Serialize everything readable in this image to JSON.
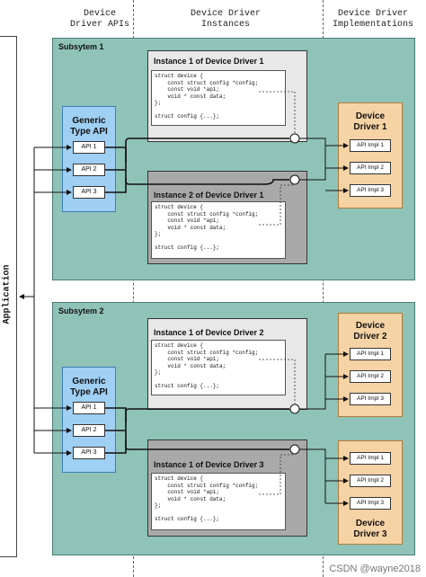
{
  "columns": {
    "apis": "Device\nDriver APIs",
    "instances": "Device Driver\nInstances",
    "implementations": "Device Driver\nImplementations"
  },
  "application_label": "Application",
  "subsystems": [
    {
      "title": "Subsytem 1",
      "generic_api": {
        "title": "Generic\nType API",
        "apis": [
          "API 1",
          "API 2",
          "API 3"
        ]
      },
      "instances": [
        {
          "title": "Instance 1 of Device Driver 1",
          "style": "light"
        },
        {
          "title": "Instance 2 of Device Driver 1",
          "style": "dark"
        }
      ],
      "drivers": [
        {
          "title": "Device\nDriver 1",
          "impls": [
            "API Impl 1",
            "API Impl 2",
            "API Impl 3"
          ]
        }
      ]
    },
    {
      "title": "Subsytem 2",
      "generic_api": {
        "title": "Generic\nType API",
        "apis": [
          "API 1",
          "API 2",
          "API 3"
        ]
      },
      "instances": [
        {
          "title": "Instance 1 of Device Driver 2",
          "style": "light"
        },
        {
          "title": "Instance 1 of Device Driver 3",
          "style": "dark"
        }
      ],
      "drivers": [
        {
          "title": "Device\nDriver 2",
          "impls": [
            "API Impl 1",
            "API Impl 2",
            "API Impl 3"
          ]
        },
        {
          "title": "Device\nDriver 3",
          "impls": [
            "API Impl 1",
            "API Impl 2",
            "API Impl 3"
          ]
        }
      ]
    }
  ],
  "code_snippet": "struct device {\n    const struct config *config;\n    const void *api;\n    void * const data;\n};\n\nstruct config {...};",
  "watermark": "CSDN @wayne2018",
  "colors": {
    "subsystem": "#8fc3b8",
    "generic_api": "#9fcff3",
    "driver": "#f6d3a5",
    "instance_light": "#e8e8e8",
    "instance_dark": "#a9a9a9"
  }
}
